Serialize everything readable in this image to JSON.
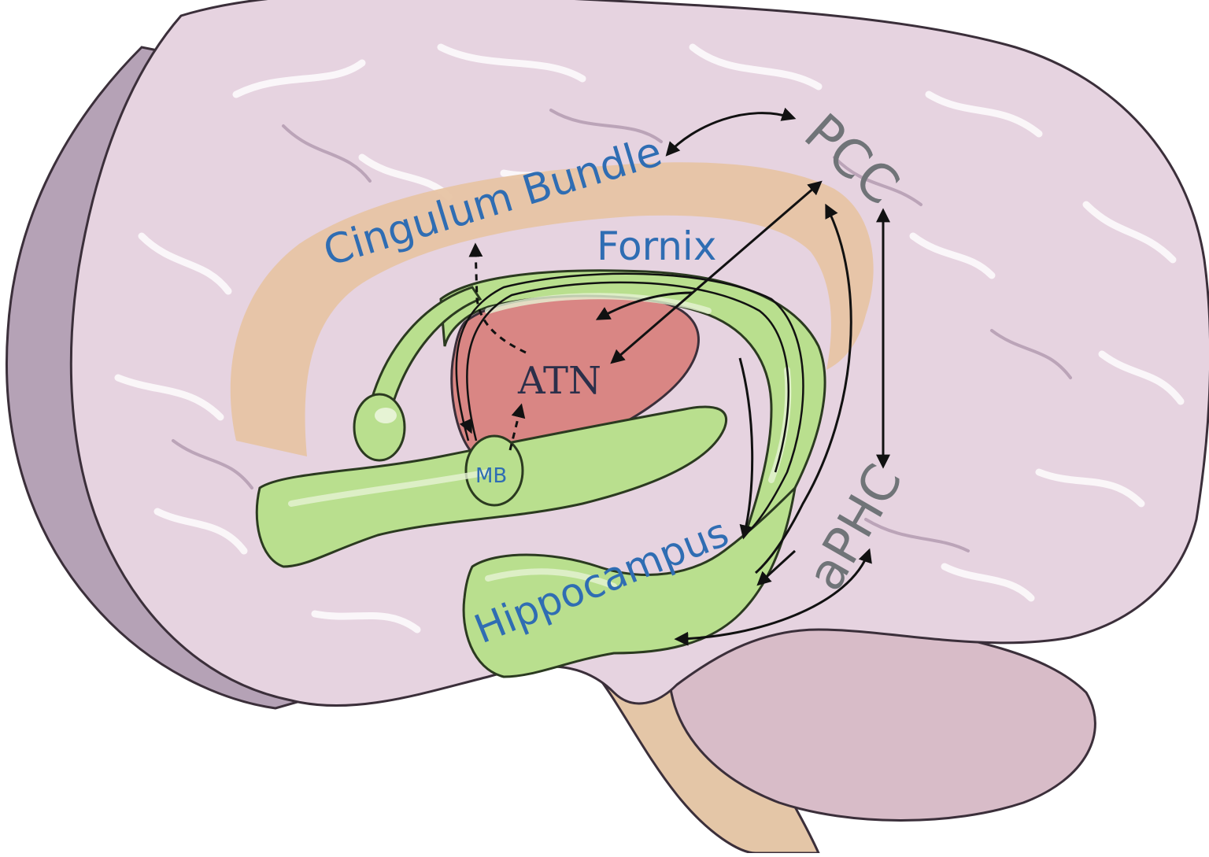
{
  "diagram": {
    "labels": {
      "cingulum_bundle": "Cingulum Bundle",
      "fornix": "Fornix",
      "pcc": "PCC",
      "atn": "ATN",
      "mb": "MB",
      "aphc": "aPHC",
      "hippocampus": "Hippocampus"
    },
    "colors": {
      "brain": "#e6d3e0",
      "brain_shadow": "#b5a2b6",
      "brain_outline": "#3b2f3a",
      "cingulum": "#e7c4a4",
      "thalamus": "#d98684",
      "limbic_green": "#b9df8e",
      "limbic_green_dark": "#8fbf63",
      "brainstem": "#e4c6a7",
      "cerebellum": "#d8bcc8",
      "label_blue": "#2f6db3",
      "label_gray": "#707478",
      "arrow": "#111111"
    }
  }
}
